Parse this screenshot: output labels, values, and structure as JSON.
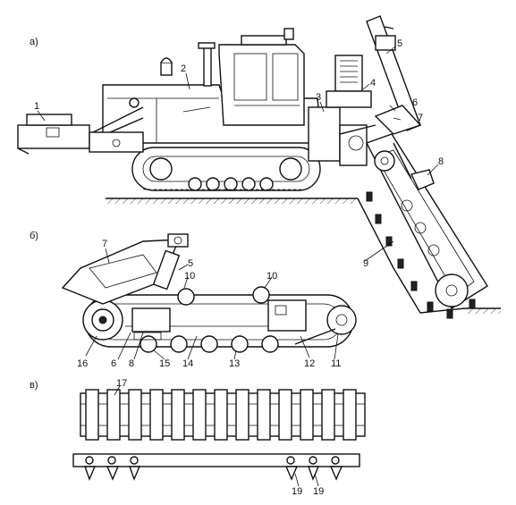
{
  "sections": {
    "a": "а)",
    "b": "б)",
    "v": "в)"
  },
  "callouts": {
    "a": [
      "1",
      "2",
      "3",
      "4",
      "5",
      "6",
      "7",
      "8",
      "9"
    ],
    "b": [
      "7",
      "5",
      "10",
      "10",
      "16",
      "6",
      "8",
      "15",
      "14",
      "13",
      "12",
      "11"
    ],
    "v": [
      "17",
      "19",
      "19"
    ]
  }
}
